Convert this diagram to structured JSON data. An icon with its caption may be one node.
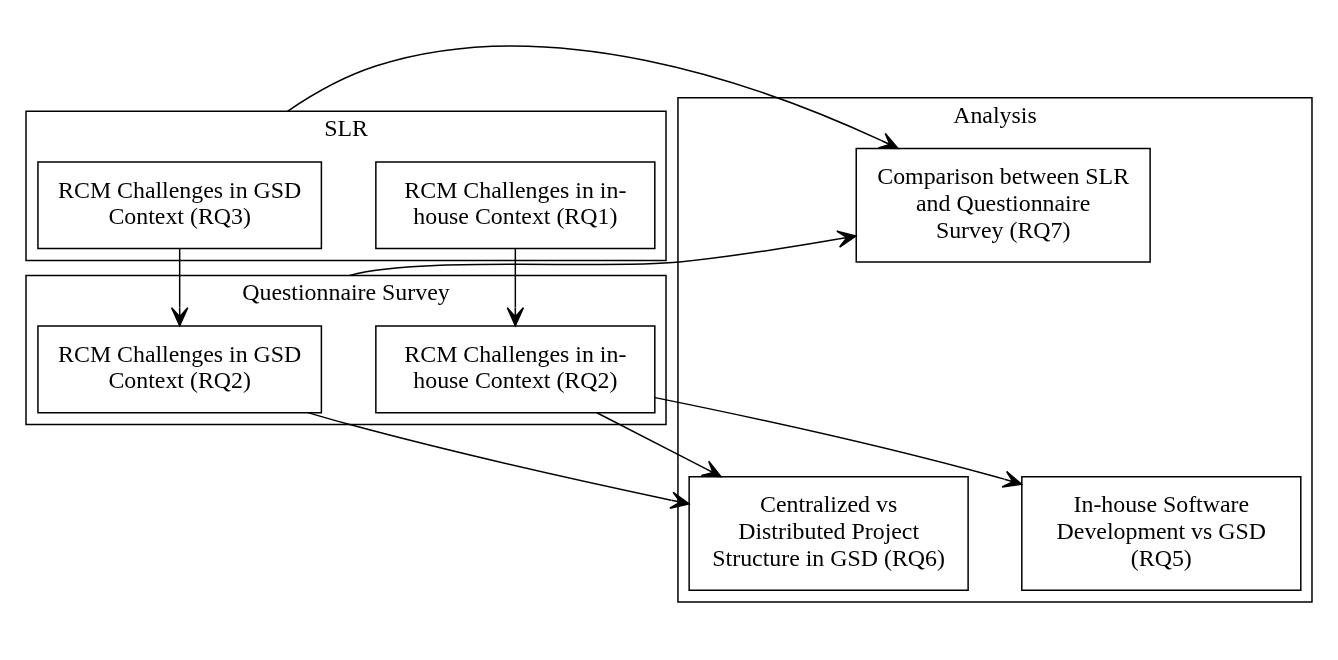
{
  "diagram": {
    "nodes": [
      {
        "text": [
          "SLR"
        ]
      },
      {
        "text": [
          "RCM Challenges in in-house Context (RQ1)"
        ],
        "in": 0
      },
      {
        "text": [
          "RCM Challenges in GSD Context (RQ3)"
        ],
        "in": 0
      },
      {
        "text": [
          "Questionnaire Survey"
        ]
      },
      {
        "text": [
          "RCM Challenges in in-house Context (RQ2)"
        ],
        "in": 3
      },
      {
        "text": [
          "RCM Challenges in GSD Context (RQ2)"
        ],
        "in": 3
      },
      {
        "text": [
          "Analysis"
        ]
      },
      {
        "text": [
          "In-house Software Development vs GSD (RQ5)"
        ],
        "in": 6
      },
      {
        "text": [
          "Centralized vs Distributed Project Structure in GSD (RQ6)"
        ],
        "in": 6
      },
      {
        "text": [
          "Comparison between SLR and Questionnaire Survey (RQ7)"
        ],
        "in": 6
      }
    ],
    "edges": [
      {
        "from": 1,
        "to": 4,
        "arrow": "to"
      },
      {
        "from": 2,
        "to": 5,
        "arrow": "to"
      },
      {
        "from": 0,
        "to": 9,
        "arrow": "to"
      },
      {
        "from": 4,
        "to": 7,
        "arrow": "to"
      },
      {
        "from": 4,
        "to": 8,
        "arrow": "to"
      },
      {
        "from": 5,
        "to": 8,
        "arrow": "to"
      },
      {
        "from": 3,
        "to": 9,
        "arrow": "to"
      }
    ]
  }
}
